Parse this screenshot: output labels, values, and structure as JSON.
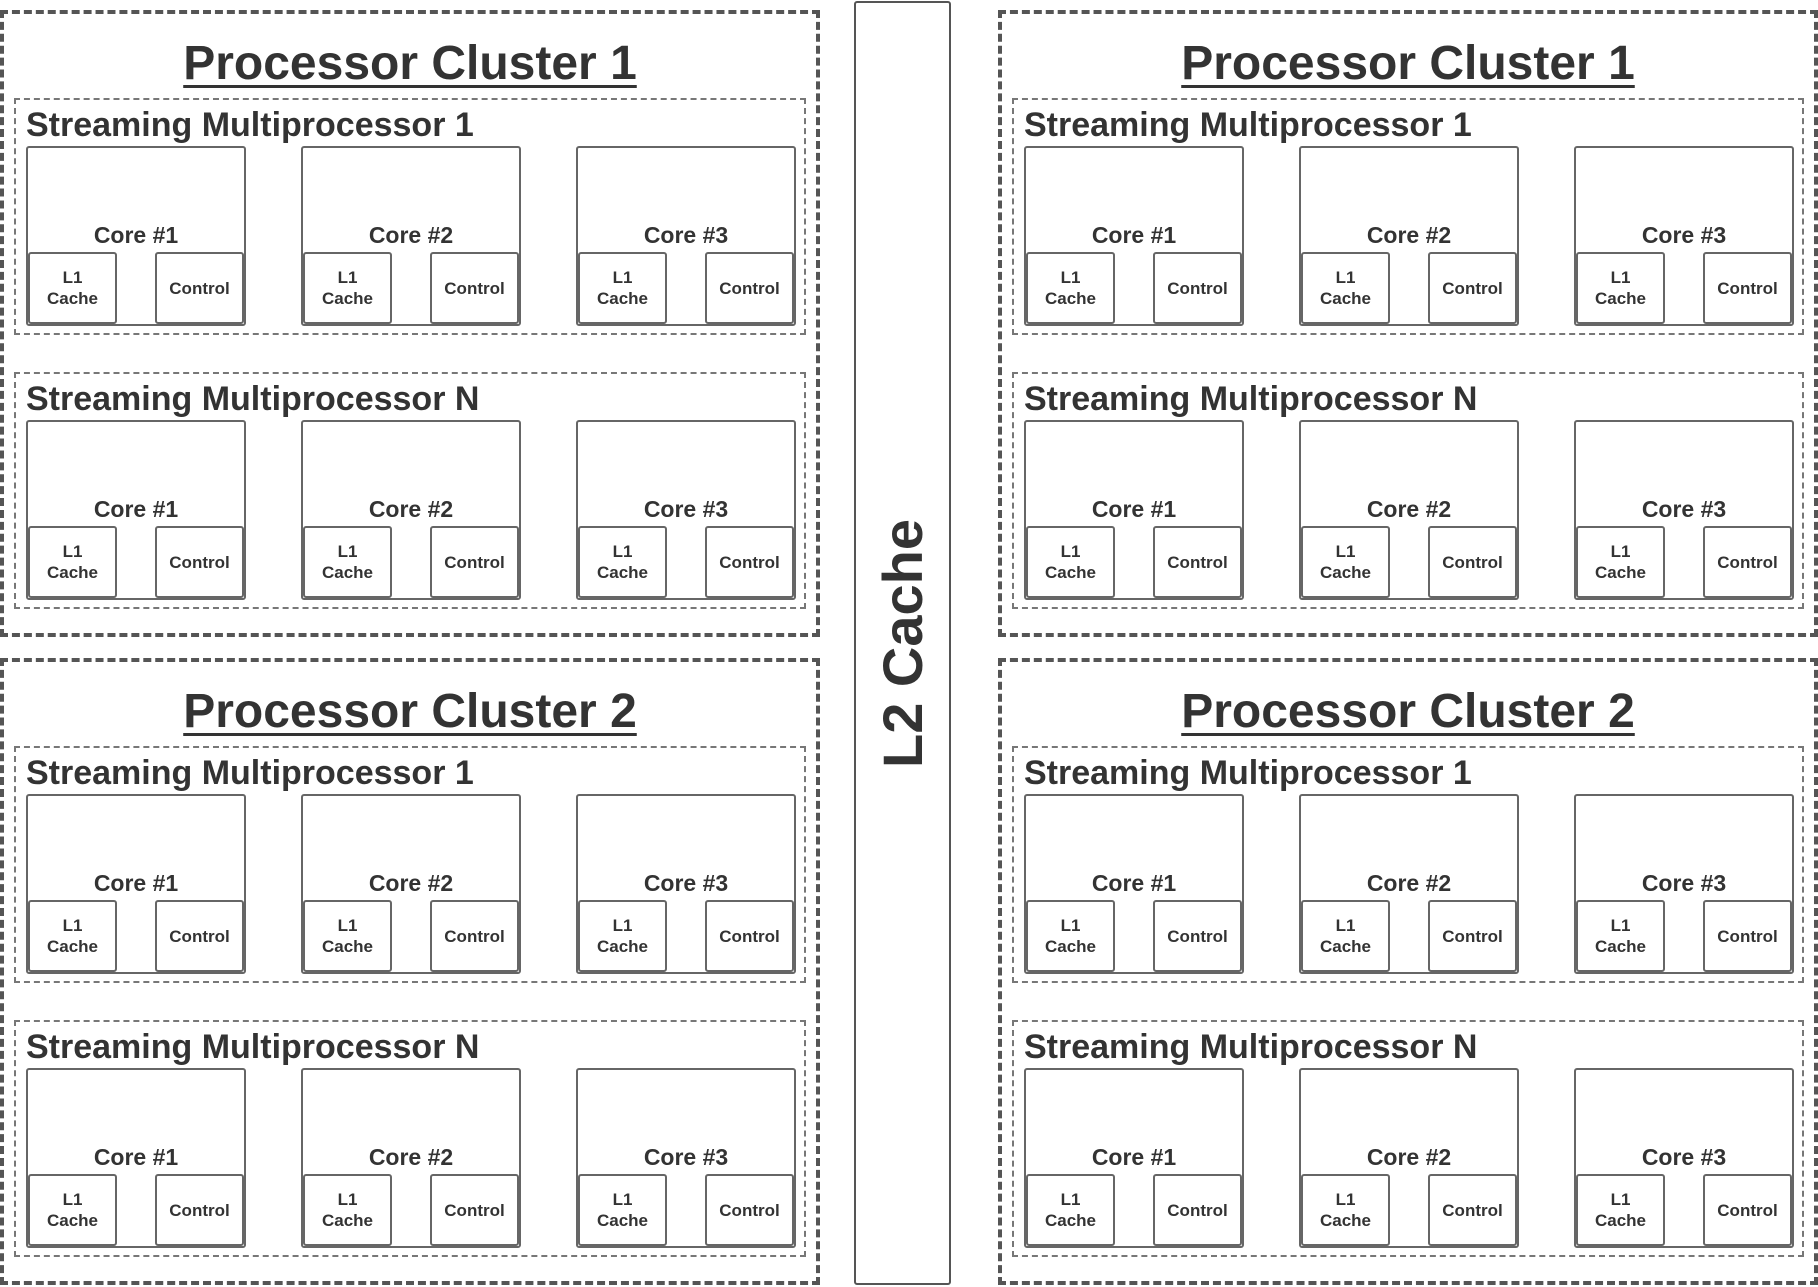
{
  "l2_cache": {
    "label": "L2 Cache"
  },
  "panels": [
    {
      "title": "Processor Cluster 1",
      "sms": [
        {
          "title": "Streaming Multiprocessor 1",
          "cores": [
            {
              "label": "Core #1",
              "l1": "L1\nCache",
              "control": "Control"
            },
            {
              "label": "Core #2",
              "l1": "L1\nCache",
              "control": "Control"
            },
            {
              "label": "Core #3",
              "l1": "L1\nCache",
              "control": "Control"
            }
          ]
        },
        {
          "title": "Streaming Multiprocessor N",
          "cores": [
            {
              "label": "Core #1",
              "l1": "L1\nCache",
              "control": "Control"
            },
            {
              "label": "Core #2",
              "l1": "L1\nCache",
              "control": "Control"
            },
            {
              "label": "Core #3",
              "l1": "L1\nCache",
              "control": "Control"
            }
          ]
        }
      ]
    },
    {
      "title": "Processor Cluster 1",
      "sms": [
        {
          "title": "Streaming Multiprocessor 1",
          "cores": [
            {
              "label": "Core #1",
              "l1": "L1\nCache",
              "control": "Control"
            },
            {
              "label": "Core #2",
              "l1": "L1\nCache",
              "control": "Control"
            },
            {
              "label": "Core #3",
              "l1": "L1\nCache",
              "control": "Control"
            }
          ]
        },
        {
          "title": "Streaming Multiprocessor N",
          "cores": [
            {
              "label": "Core #1",
              "l1": "L1\nCache",
              "control": "Control"
            },
            {
              "label": "Core #2",
              "l1": "L1\nCache",
              "control": "Control"
            },
            {
              "label": "Core #3",
              "l1": "L1\nCache",
              "control": "Control"
            }
          ]
        }
      ]
    },
    {
      "title": "Processor Cluster 2",
      "sms": [
        {
          "title": "Streaming Multiprocessor 1",
          "cores": [
            {
              "label": "Core #1",
              "l1": "L1\nCache",
              "control": "Control"
            },
            {
              "label": "Core #2",
              "l1": "L1\nCache",
              "control": "Control"
            },
            {
              "label": "Core #3",
              "l1": "L1\nCache",
              "control": "Control"
            }
          ]
        },
        {
          "title": "Streaming Multiprocessor N",
          "cores": [
            {
              "label": "Core #1",
              "l1": "L1\nCache",
              "control": "Control"
            },
            {
              "label": "Core #2",
              "l1": "L1\nCache",
              "control": "Control"
            },
            {
              "label": "Core #3",
              "l1": "L1\nCache",
              "control": "Control"
            }
          ]
        }
      ]
    },
    {
      "title": "Processor Cluster 2",
      "sms": [
        {
          "title": "Streaming Multiprocessor 1",
          "cores": [
            {
              "label": "Core #1",
              "l1": "L1\nCache",
              "control": "Control"
            },
            {
              "label": "Core #2",
              "l1": "L1\nCache",
              "control": "Control"
            },
            {
              "label": "Core #3",
              "l1": "L1\nCache",
              "control": "Control"
            }
          ]
        },
        {
          "title": "Streaming Multiprocessor N",
          "cores": [
            {
              "label": "Core #1",
              "l1": "L1\nCache",
              "control": "Control"
            },
            {
              "label": "Core #2",
              "l1": "L1\nCache",
              "control": "Control"
            },
            {
              "label": "Core #3",
              "l1": "L1\nCache",
              "control": "Control"
            }
          ]
        }
      ]
    }
  ]
}
